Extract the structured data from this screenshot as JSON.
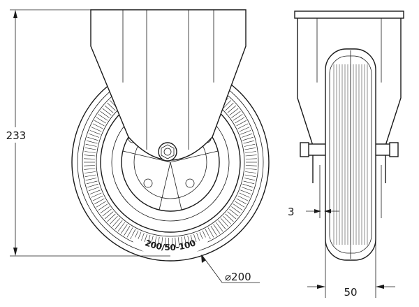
{
  "dimensions": {
    "height_label": "233",
    "diameter_label": "⌀200",
    "width_label": "50",
    "offset_label": "3"
  },
  "tyre": {
    "marking": "200/50-100"
  },
  "colors": {
    "line": "#1a1a1a",
    "background": "#ffffff"
  }
}
